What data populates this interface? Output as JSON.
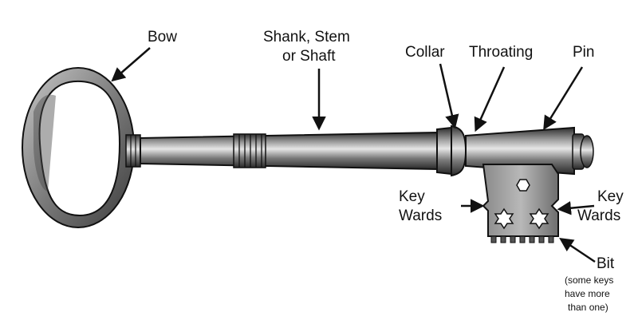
{
  "labels": {
    "bow": "Bow",
    "shank_line1": "Shank, Stem",
    "shank_line2": "or Shaft",
    "collar": "Collar",
    "throating": "Throating",
    "pin": "Pin",
    "key_wards_left_line1": "Key",
    "key_wards_left_line2": "Wards",
    "key_wards_right_line1": "Key",
    "key_wards_right_line2": "Wards",
    "bit": "Bit",
    "bit_note_line1": "(some keys",
    "bit_note_line2": "have more",
    "bit_note_line3": "than one)"
  },
  "colors": {
    "metal_dark": "#3a3a3a",
    "metal_mid": "#8c8c8c",
    "metal_light": "#d9d9d9",
    "outline": "#111111"
  }
}
